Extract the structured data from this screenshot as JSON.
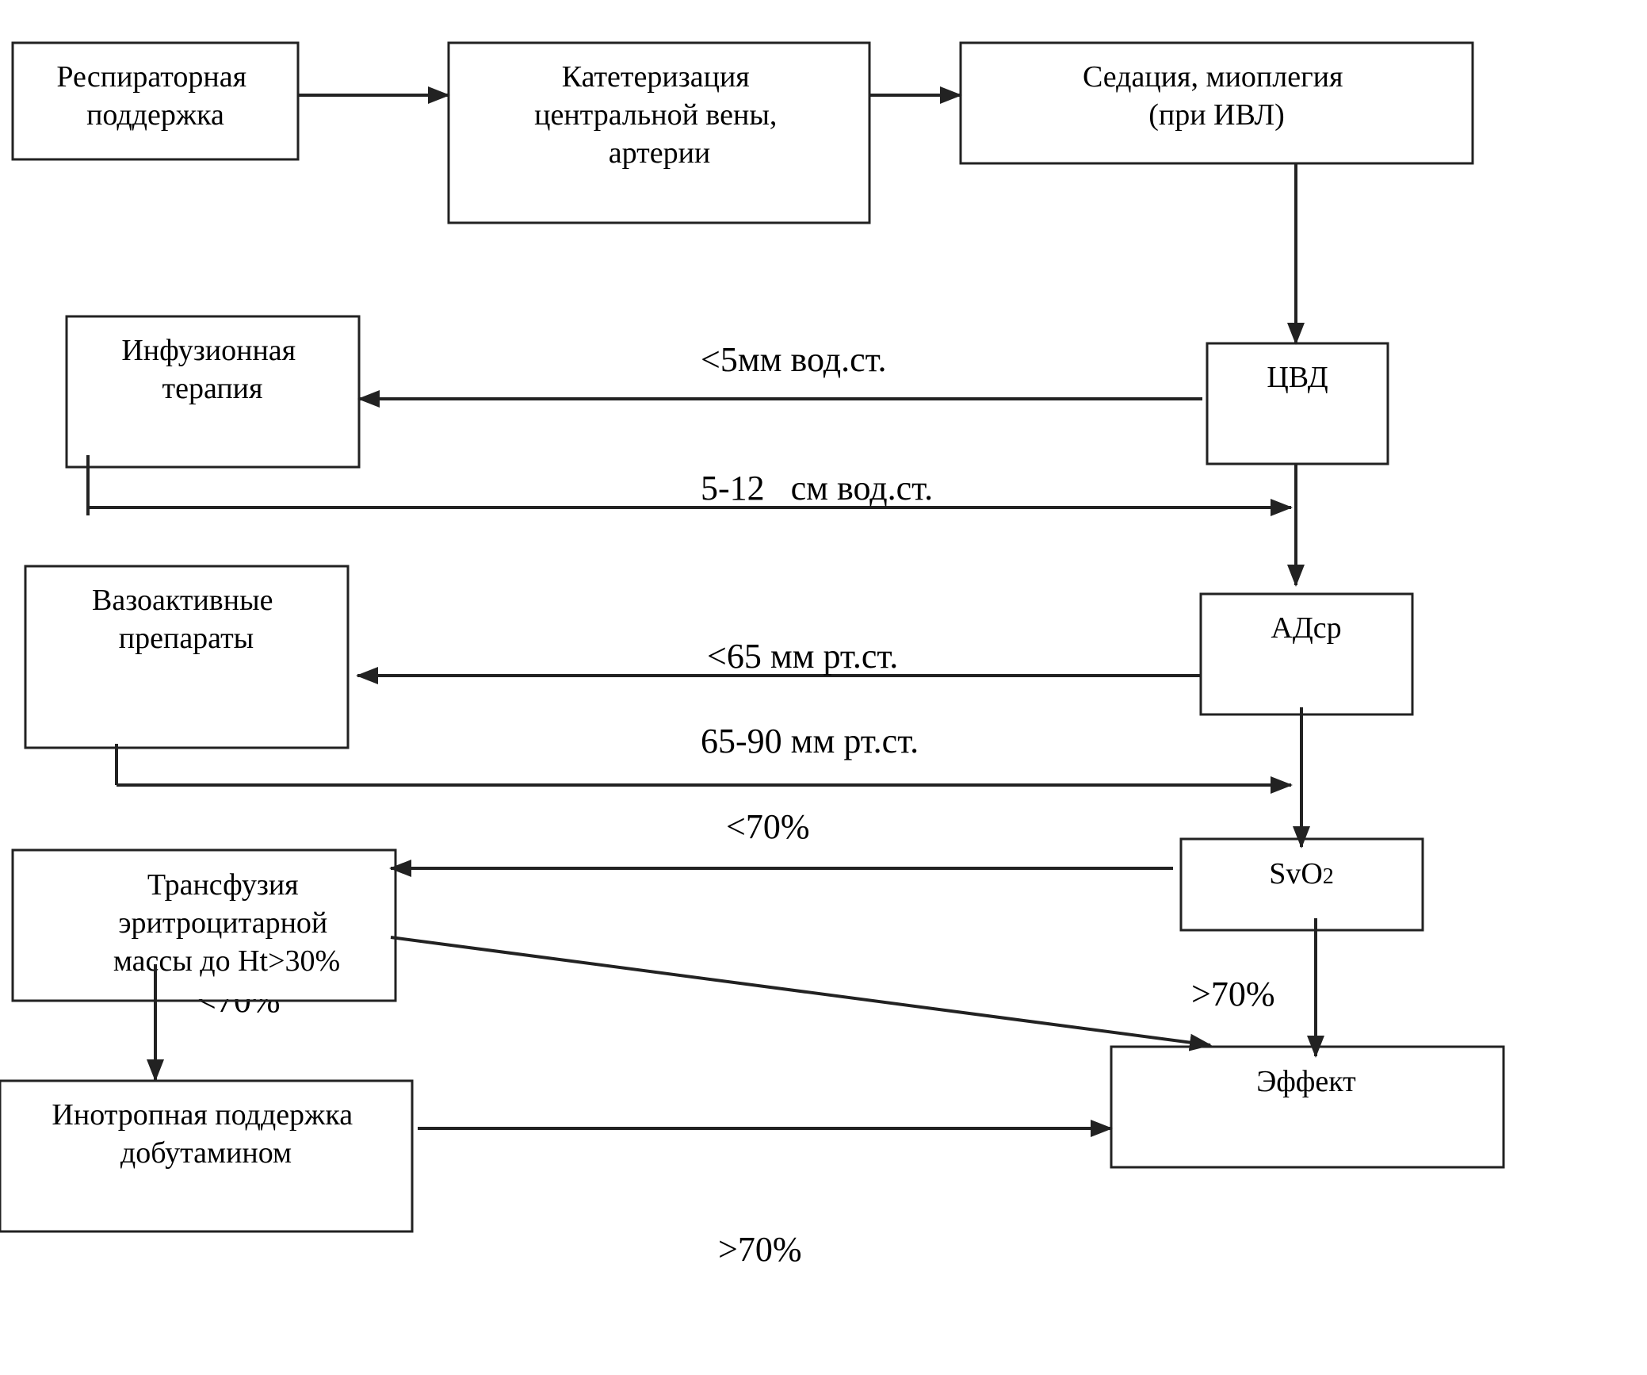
{
  "nodes": {
    "respiratory": [
      "Респираторная",
      "поддержка"
    ],
    "catheter": [
      "Катетеризация",
      "центральной вены,",
      "артерии"
    ],
    "sedation": [
      "Седация, миоплегия",
      "(при ИВЛ)"
    ],
    "infusion": [
      "Инфузионная",
      "терапия"
    ],
    "cvp": [
      "ЦВД"
    ],
    "vasoactive": [
      "Вазоактивные",
      "препараты"
    ],
    "map": [
      "АДср"
    ],
    "svo2": {
      "main": "SvO",
      "sub": "2"
    },
    "transfusion": [
      "Трансфузия",
      "эритроцитарной",
      "массы до Ht>30%"
    ],
    "effect": [
      "Эффект"
    ],
    "inotropic": [
      "Инотропная поддержка",
      "добутамином"
    ]
  },
  "edge_labels": {
    "cvp_low": "<5мм вод.ст.",
    "cvp_normal": "5-12   см вод.ст.",
    "map_low": "<65 мм рт.ст.",
    "map_normal": "65-90 мм рт.ст.",
    "svo2_low": "<70%",
    "svo2_high": ">70%",
    "transfusion_partial": "<70%",
    "inotropic_high": ">70%"
  }
}
